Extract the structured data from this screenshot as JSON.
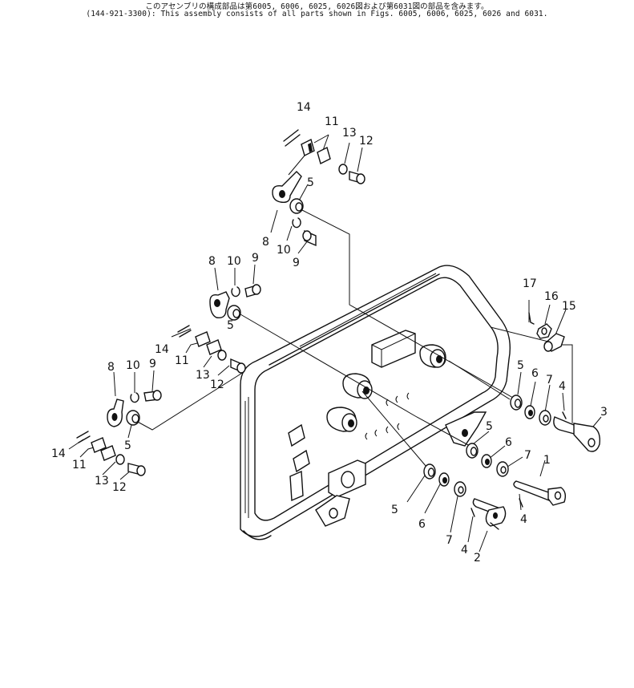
{
  "notes": {
    "japanese": "このアセンブリの構成部品は第6005, 6006, 6025, 6026図および第6031図の部品を含みます。",
    "english": "(144-921-3300): This assembly consists of all parts shown in Figs. 6005, 6006, 6025, 6026 and 6031."
  },
  "callouts": {
    "c1": "1",
    "c2": "2",
    "c3": "3",
    "c4a": "4",
    "c4b": "4",
    "c4c": "4",
    "c5a": "5",
    "c5b": "5",
    "c5c": "5",
    "c5d": "5",
    "c5e": "5",
    "c5f": "5",
    "c6a": "6",
    "c6b": "6",
    "c6c": "6",
    "c7a": "7",
    "c7b": "7",
    "c7c": "7",
    "c8a": "8",
    "c8b": "8",
    "c8c": "8",
    "c9a": "9",
    "c9b": "9",
    "c9c": "9",
    "c10a": "10",
    "c10b": "10",
    "c10c": "10",
    "c11a": "11",
    "c11b": "11",
    "c11c": "11",
    "c12a": "12",
    "c12b": "12",
    "c12c": "12",
    "c13a": "13",
    "c13b": "13",
    "c13c": "13",
    "c14a": "14",
    "c14b": "14",
    "c14c": "14",
    "c15": "15",
    "c16": "16",
    "c17": "17"
  }
}
